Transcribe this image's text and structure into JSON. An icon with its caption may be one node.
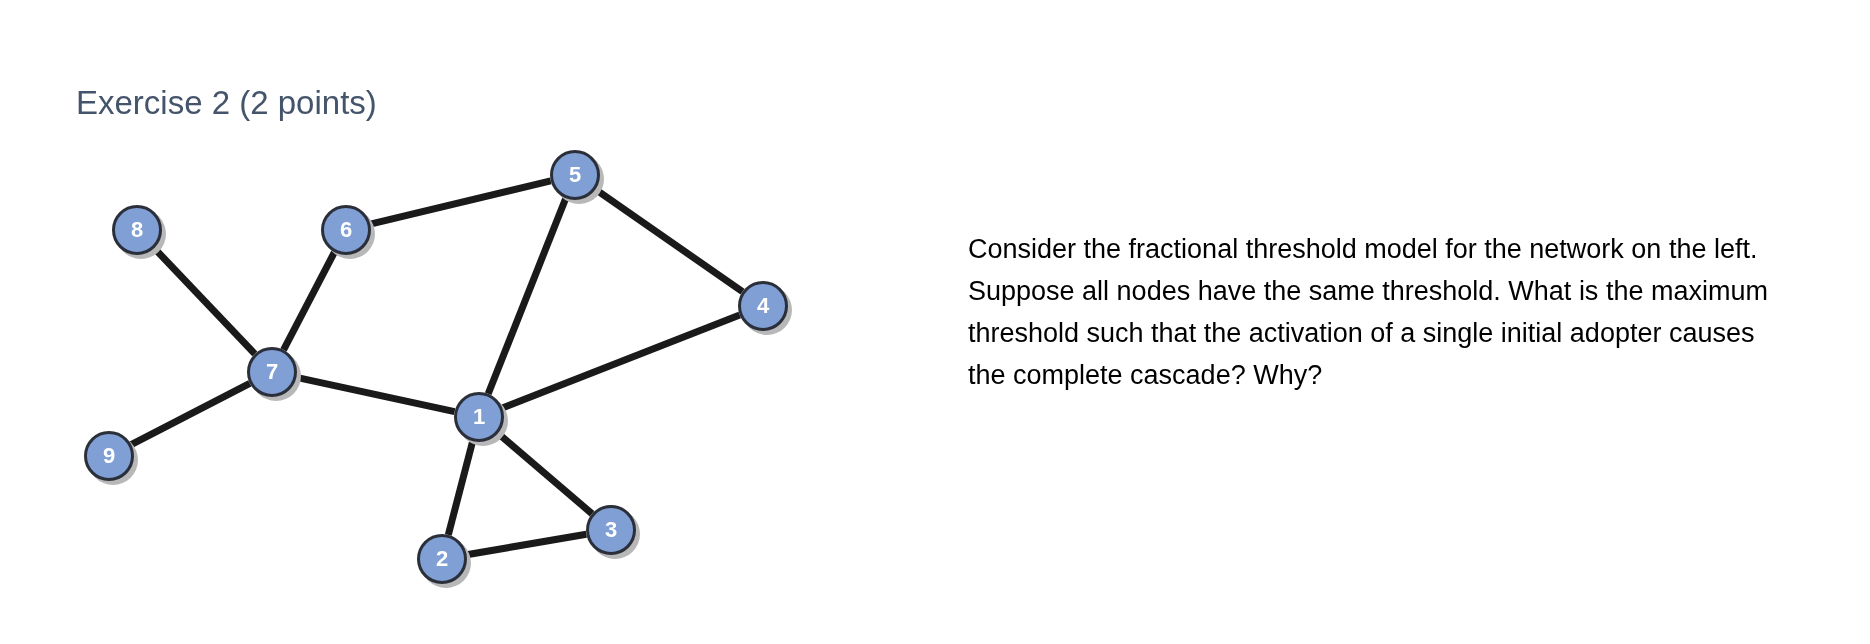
{
  "diagram": {
    "title": "Exercise 2 (2 points)",
    "nodes": [
      {
        "text": [
          "5"
        ]
      },
      {
        "text": [
          "8"
        ]
      },
      {
        "text": [
          "6"
        ]
      },
      {
        "text": [
          "4"
        ]
      },
      {
        "text": [
          "7"
        ]
      },
      {
        "text": [
          "1"
        ]
      },
      {
        "text": [
          "9"
        ]
      },
      {
        "text": [
          "3"
        ]
      },
      {
        "text": [
          "2"
        ]
      }
    ],
    "edges": [
      {
        "from": 1,
        "to": 4,
        "arrow": "none"
      },
      {
        "from": 2,
        "to": 4,
        "arrow": "none"
      },
      {
        "from": 2,
        "to": 0,
        "arrow": "none"
      },
      {
        "from": 0,
        "to": 3,
        "arrow": "none"
      },
      {
        "from": 0,
        "to": 5,
        "arrow": "none"
      },
      {
        "from": 3,
        "to": 5,
        "arrow": "none"
      },
      {
        "from": 4,
        "to": 5,
        "arrow": "none"
      },
      {
        "from": 6,
        "to": 4,
        "arrow": "none"
      },
      {
        "from": 5,
        "to": 7,
        "arrow": "none"
      },
      {
        "from": 5,
        "to": 8,
        "arrow": "none"
      },
      {
        "from": 8,
        "to": 7,
        "arrow": "none"
      }
    ],
    "labels": [
      "Consider the fractional threshold model for the network on the left. Suppose all nodes have the same threshold. What is the maximum threshold such that the activation of a single initial adopter causes the complete cascade? Why?"
    ]
  }
}
